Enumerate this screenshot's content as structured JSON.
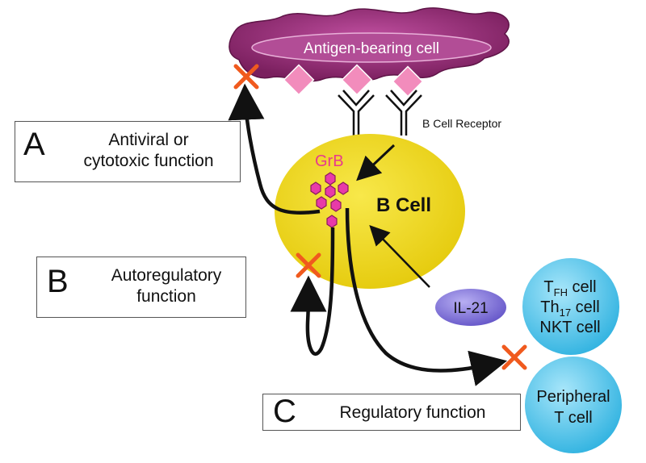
{
  "antigen_cell": {
    "label": "Antigen-bearing cell"
  },
  "receptor": {
    "label": "B Cell Receptor"
  },
  "b_cell": {
    "label": "B Cell",
    "granzyme_label": "GrB"
  },
  "cytokine": {
    "label": "IL-21"
  },
  "helper_cells": {
    "line1": "T",
    "line1_sub": "FH",
    "line1_rest": " cell",
    "line2": "Th",
    "line2_sub": "17",
    "line2_rest": " cell",
    "line3": "NKT cell"
  },
  "peripheral_cell": {
    "line1": "Peripheral",
    "line2": "T cell"
  },
  "functions": {
    "a": {
      "letter": "A",
      "line1": "Antiviral or",
      "line2": "cytotoxic function"
    },
    "b": {
      "letter": "B",
      "line1": "Autoregulatory",
      "line2": "function"
    },
    "c": {
      "letter": "C",
      "line1": "Regulatory function"
    }
  },
  "colors": {
    "antigen_cell": "#8e2a6e",
    "b_cell": "#f2dc1e",
    "granzyme": "#e83aa8",
    "cross": "#f05a1e",
    "t_cell": "#5ec8ec",
    "il21": "#7b6fd8",
    "antigen": "#f28cbc"
  }
}
